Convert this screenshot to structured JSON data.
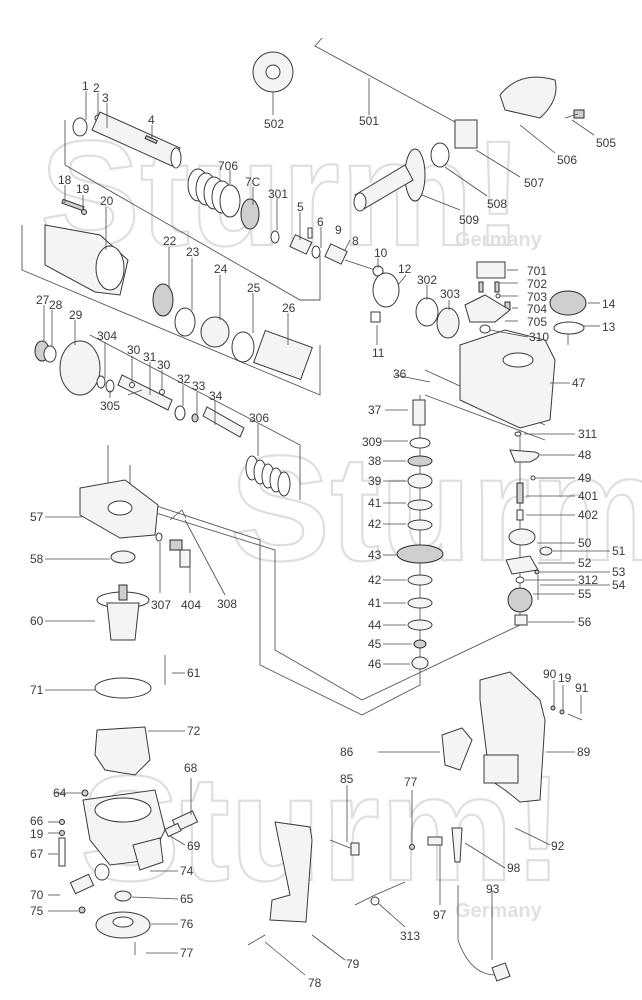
{
  "diagram": {
    "title": "Rotary hammer exploded parts diagram",
    "watermark": {
      "brand_text": "Sturm!",
      "country_text": "Germany"
    },
    "part_labels": [
      {
        "id": "1",
        "text": "1"
      },
      {
        "id": "2",
        "text": "2"
      },
      {
        "id": "3",
        "text": "3"
      },
      {
        "id": "4",
        "text": "4"
      },
      {
        "id": "706",
        "text": "706"
      },
      {
        "id": "7C",
        "text": "7C"
      },
      {
        "id": "301",
        "text": "301"
      },
      {
        "id": "5",
        "text": "5"
      },
      {
        "id": "6",
        "text": "6"
      },
      {
        "id": "9",
        "text": "9"
      },
      {
        "id": "8",
        "text": "8"
      },
      {
        "id": "10",
        "text": "10"
      },
      {
        "id": "11",
        "text": "11"
      },
      {
        "id": "12",
        "text": "12"
      },
      {
        "id": "302",
        "text": "302"
      },
      {
        "id": "303",
        "text": "303"
      },
      {
        "id": "18",
        "text": "18"
      },
      {
        "id": "19a",
        "text": "19"
      },
      {
        "id": "20",
        "text": "20"
      },
      {
        "id": "22",
        "text": "22"
      },
      {
        "id": "23",
        "text": "23"
      },
      {
        "id": "24",
        "text": "24"
      },
      {
        "id": "25",
        "text": "25"
      },
      {
        "id": "26",
        "text": "26"
      },
      {
        "id": "27",
        "text": "27"
      },
      {
        "id": "28",
        "text": "28"
      },
      {
        "id": "29",
        "text": "29"
      },
      {
        "id": "304",
        "text": "304"
      },
      {
        "id": "305",
        "text": "305"
      },
      {
        "id": "30a",
        "text": "30"
      },
      {
        "id": "31",
        "text": "31"
      },
      {
        "id": "30b",
        "text": "30"
      },
      {
        "id": "32",
        "text": "32"
      },
      {
        "id": "33",
        "text": "33"
      },
      {
        "id": "34",
        "text": "34"
      },
      {
        "id": "306",
        "text": "306"
      },
      {
        "id": "502",
        "text": "502"
      },
      {
        "id": "501",
        "text": "501"
      },
      {
        "id": "505",
        "text": "505"
      },
      {
        "id": "506",
        "text": "506"
      },
      {
        "id": "507",
        "text": "507"
      },
      {
        "id": "508",
        "text": "508"
      },
      {
        "id": "509",
        "text": "509"
      },
      {
        "id": "701",
        "text": "701"
      },
      {
        "id": "702",
        "text": "702"
      },
      {
        "id": "703",
        "text": "703"
      },
      {
        "id": "704",
        "text": "704"
      },
      {
        "id": "705",
        "text": "705"
      },
      {
        "id": "310",
        "text": "310"
      },
      {
        "id": "14",
        "text": "14"
      },
      {
        "id": "13",
        "text": "13"
      },
      {
        "id": "36",
        "text": "36"
      },
      {
        "id": "47",
        "text": "47"
      },
      {
        "id": "37",
        "text": "37"
      },
      {
        "id": "309",
        "text": "309"
      },
      {
        "id": "38",
        "text": "38"
      },
      {
        "id": "39",
        "text": "39"
      },
      {
        "id": "41a",
        "text": "41"
      },
      {
        "id": "42a",
        "text": "42"
      },
      {
        "id": "43",
        "text": "43"
      },
      {
        "id": "42b",
        "text": "42"
      },
      {
        "id": "41b",
        "text": "41"
      },
      {
        "id": "44",
        "text": "44"
      },
      {
        "id": "45",
        "text": "45"
      },
      {
        "id": "46",
        "text": "46"
      },
      {
        "id": "311",
        "text": "311"
      },
      {
        "id": "48",
        "text": "48"
      },
      {
        "id": "49",
        "text": "49"
      },
      {
        "id": "401",
        "text": "401"
      },
      {
        "id": "402",
        "text": "402"
      },
      {
        "id": "50",
        "text": "50"
      },
      {
        "id": "51",
        "text": "51"
      },
      {
        "id": "52",
        "text": "52"
      },
      {
        "id": "53",
        "text": "53"
      },
      {
        "id": "312",
        "text": "312"
      },
      {
        "id": "54",
        "text": "54"
      },
      {
        "id": "55",
        "text": "55"
      },
      {
        "id": "56",
        "text": "56"
      },
      {
        "id": "57",
        "text": "57"
      },
      {
        "id": "58",
        "text": "58"
      },
      {
        "id": "307",
        "text": "307"
      },
      {
        "id": "404",
        "text": "404"
      },
      {
        "id": "308",
        "text": "308"
      },
      {
        "id": "60",
        "text": "60"
      },
      {
        "id": "61",
        "text": "61"
      },
      {
        "id": "71",
        "text": "71"
      },
      {
        "id": "72",
        "text": "72"
      },
      {
        "id": "64",
        "text": "64"
      },
      {
        "id": "68",
        "text": "68"
      },
      {
        "id": "66",
        "text": "66"
      },
      {
        "id": "19b",
        "text": "19"
      },
      {
        "id": "67",
        "text": "67"
      },
      {
        "id": "69",
        "text": "69"
      },
      {
        "id": "74",
        "text": "74"
      },
      {
        "id": "70",
        "text": "70"
      },
      {
        "id": "75",
        "text": "75"
      },
      {
        "id": "65",
        "text": "65"
      },
      {
        "id": "76",
        "text": "76"
      },
      {
        "id": "77a",
        "text": "77"
      },
      {
        "id": "86",
        "text": "86"
      },
      {
        "id": "85",
        "text": "85"
      },
      {
        "id": "77b",
        "text": "77"
      },
      {
        "id": "90",
        "text": "90"
      },
      {
        "id": "19c",
        "text": "19"
      },
      {
        "id": "91",
        "text": "91"
      },
      {
        "id": "89",
        "text": "89"
      },
      {
        "id": "92",
        "text": "92"
      },
      {
        "id": "98",
        "text": "98"
      },
      {
        "id": "97",
        "text": "97"
      },
      {
        "id": "313",
        "text": "313"
      },
      {
        "id": "93",
        "text": "93"
      },
      {
        "id": "79",
        "text": "79"
      },
      {
        "id": "78",
        "text": "78"
      }
    ]
  }
}
